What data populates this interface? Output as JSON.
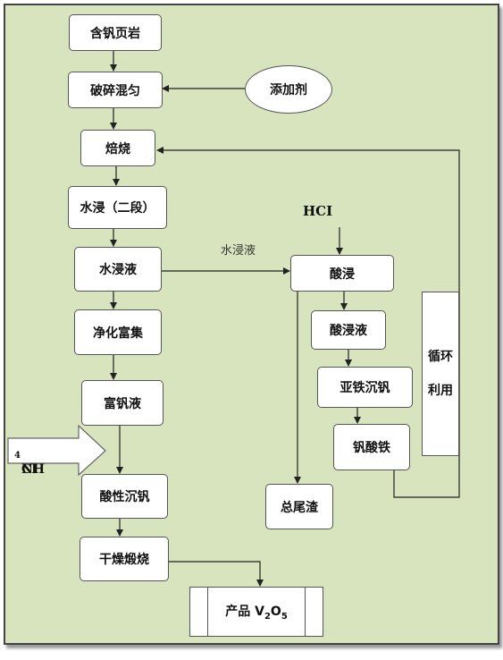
{
  "nodes": {
    "shale": "含钒页岩",
    "crush": "破碎混匀",
    "additive": "添加剂",
    "roast": "焙烧",
    "water_leach": "水浸（二段）",
    "water_leach_liquor": "水浸液",
    "purify": "净化富集",
    "rich_v_liquor": "富钒液",
    "acid_precip": "酸性沉钒",
    "dry_calcine": "干燥煅烧",
    "product_prefix": "产品 V",
    "product_mid": "O",
    "product_sub1": "2",
    "product_sub2": "5",
    "acid_leach": "酸浸",
    "acid_leach_liquor": "酸浸液",
    "ferrous_precip": "亚铁沉钒",
    "iron_vanadate": "钒酸铁",
    "total_residue": "总尾渣",
    "recycle_1": "循环",
    "recycle_2": "利用"
  },
  "labels": {
    "hcl": "HCI",
    "water_leach_flow": "水浸液",
    "nh4cl_prefix": "NH",
    "nh4cl_sub": "4",
    "nh4cl_suffix": "CI"
  }
}
